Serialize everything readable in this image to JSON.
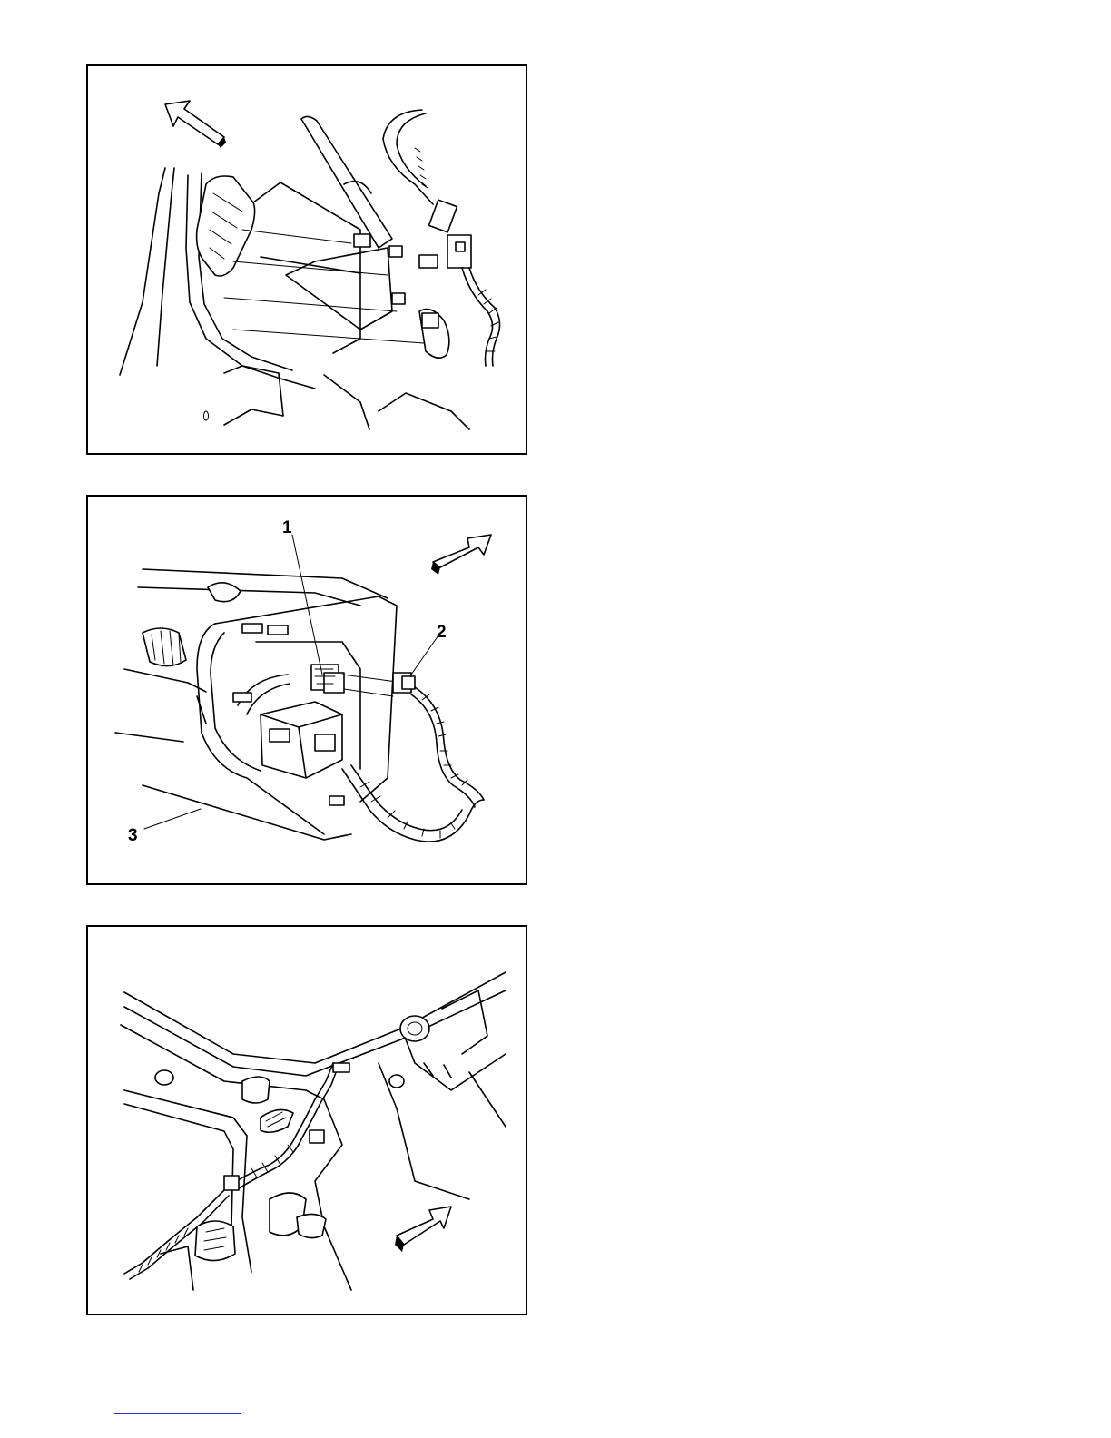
{
  "figures": [
    {
      "id": "fig1",
      "callouts": [],
      "arrow": "up-left"
    },
    {
      "id": "fig2",
      "callouts": [
        "1",
        "2",
        "3"
      ],
      "arrow": "up-right"
    },
    {
      "id": "fig3",
      "callouts": [],
      "arrow": "up-right"
    }
  ],
  "colors": {
    "line": "#000000",
    "background": "#ffffff",
    "footer_rule": "#2b2bd8"
  }
}
